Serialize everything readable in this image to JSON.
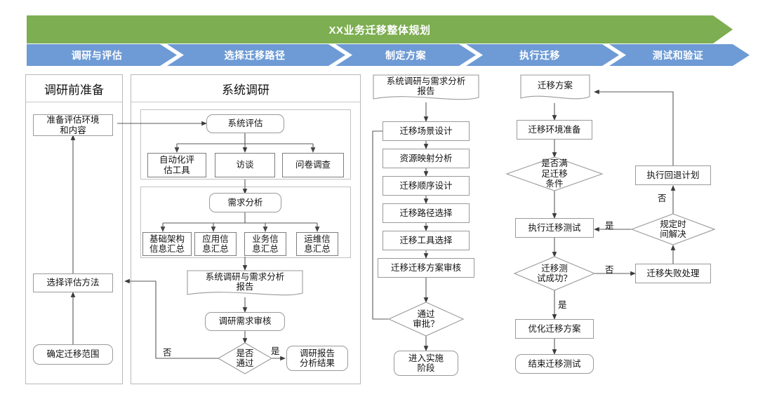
{
  "banner": {
    "title": "XX业务迁移整体规划",
    "green": "#7DAE51",
    "blue": "#6E9BD5"
  },
  "phases": [
    {
      "label": "调研与评估"
    },
    {
      "label": "选择迁移路径"
    },
    {
      "label": "制定方案"
    },
    {
      "label": "执行迁移"
    },
    {
      "label": "测试和验证"
    }
  ],
  "panels": [
    {
      "title": "调研前准备"
    },
    {
      "title": "系统调研"
    }
  ],
  "column1": {
    "nodes": [
      {
        "text": "准备评估环境\n和内容"
      },
      {
        "text": "选择评估方法"
      },
      {
        "text": "确定迁移范围"
      }
    ]
  },
  "column2": {
    "assessment": {
      "root": "系统评估",
      "children": [
        "自动化评\n估工具",
        "访谈",
        "问卷调查"
      ]
    },
    "requirement": {
      "root": "需求分析",
      "children": [
        "基础架构\n信息汇总",
        "应用信\n息汇总",
        "业务信\n息汇总",
        "运维信\n息汇总"
      ]
    },
    "report": "系统调研与需求分析\n报告",
    "review": "调研需求审核",
    "decision": "是否\n通过",
    "decision_no": "否",
    "decision_yes": "是",
    "result": "调研报告\n分析结果"
  },
  "column3": {
    "input_doc": "系统调研与需求分析\n报告",
    "steps": [
      "迁移场景设计",
      "资源映射分析",
      "迁移顺序设计",
      "迁移路径选择",
      "迁移工具选择",
      "迁移迁移方案审核"
    ],
    "decision": "通过\n审批？",
    "end": "进入实施\n阶段"
  },
  "column4": {
    "plan_doc": "迁移方案",
    "env_prep": "迁移环境准备",
    "cond_decision": "是否满\n足迁移\n条件",
    "run_test": "执行迁移测试",
    "test_decision": "迁移测\n试成功？",
    "test_yes": "是",
    "test_no": "否",
    "fail_handle": "迁移失败处理",
    "time_decision": "规定时\n间解决",
    "time_yes": "是",
    "time_no": "否",
    "rollback": "执行回退计划",
    "optimize": "优化迁移方案",
    "finish": "结束迁移测试"
  }
}
